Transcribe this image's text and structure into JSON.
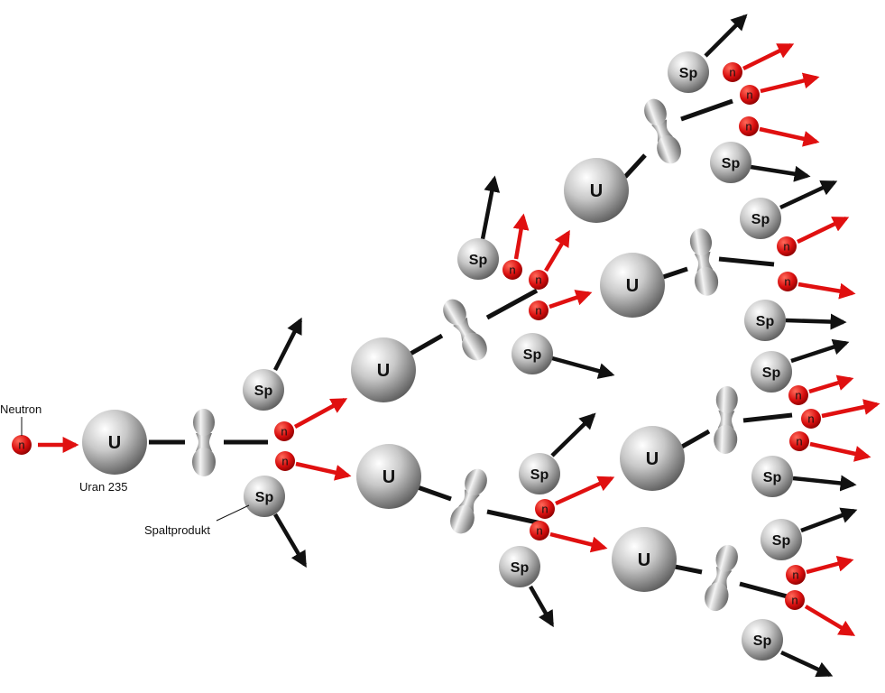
{
  "labels": {
    "neutron": "Neutron",
    "uranium": "Uran 235",
    "fission_product": "Spaltprodukt"
  },
  "symbols": {
    "uranium": "U",
    "fission_product": "Sp",
    "neutron": "n"
  },
  "colors": {
    "neutron": "#d90f0f",
    "neutron_arrow": "#e01010",
    "product_arrow": "#111111",
    "nucleus_light": "#ffffff",
    "nucleus_dark": "#6a6a6a"
  }
}
